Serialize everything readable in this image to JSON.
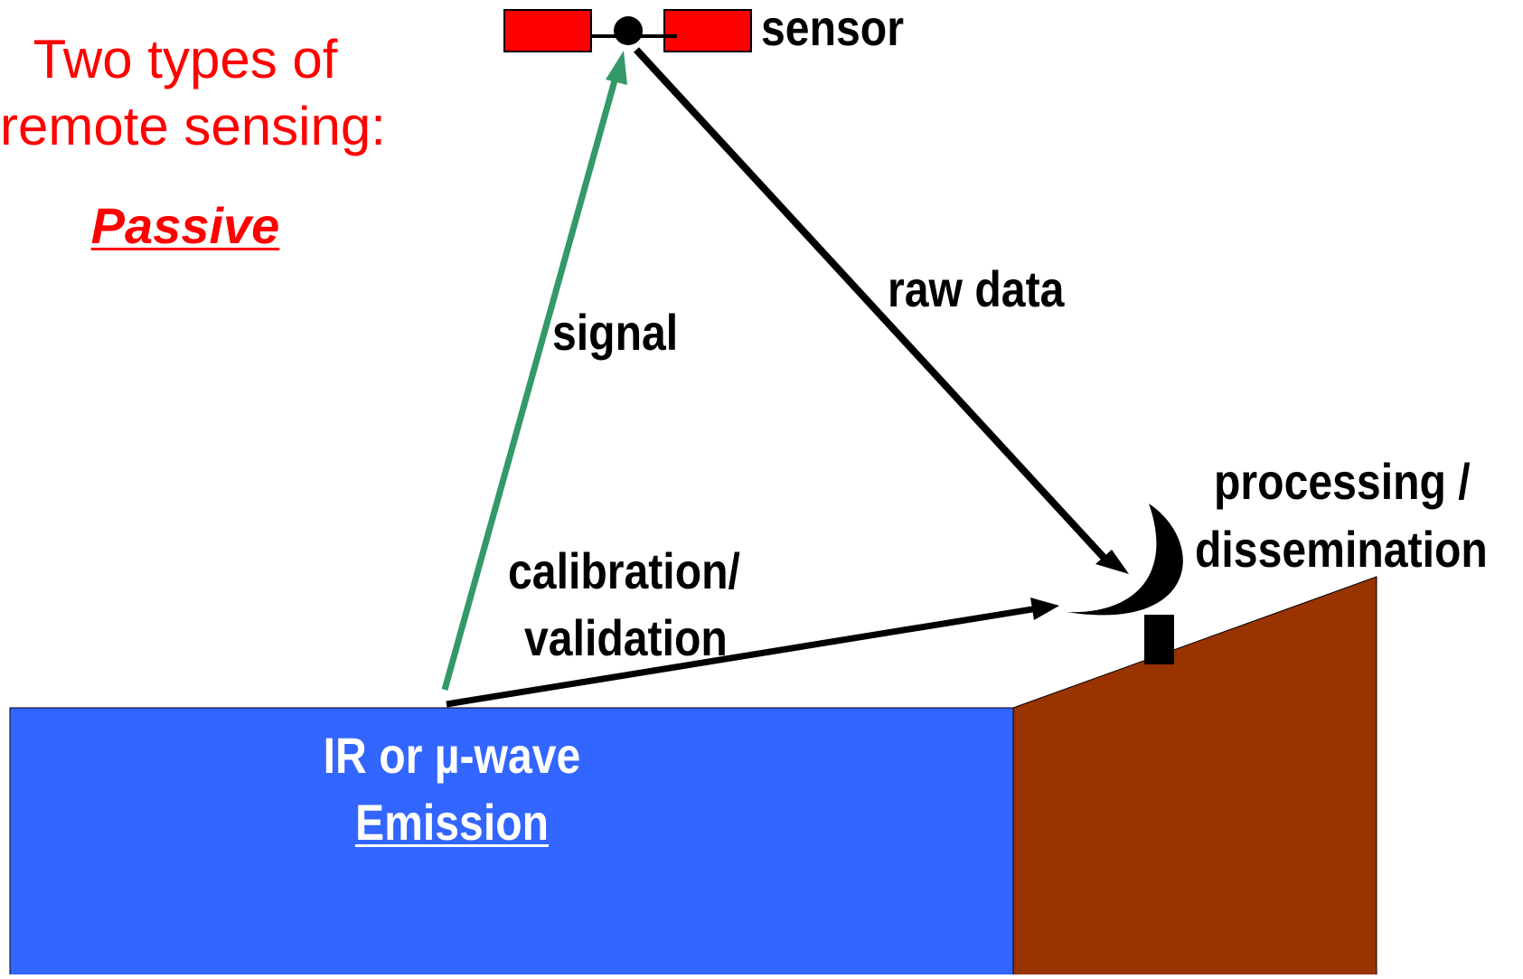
{
  "colors": {
    "water": "#3366ff",
    "land": "#993300",
    "satellite_panel": "#ff0000",
    "signal_arrow": "#339966",
    "arrow": "#000000",
    "title_text": "#ff0000"
  },
  "title": {
    "line1": "Two types of",
    "line2": "remote sensing:",
    "mode": "Passive"
  },
  "labels": {
    "sensor": "sensor",
    "signal": "signal",
    "raw_data": "raw data",
    "processing_line1": "processing /",
    "processing_line2": "dissemination",
    "calibration_line1": "calibration/",
    "calibration_line2": "validation",
    "emission_line1": "IR or µ-wave",
    "emission_line2": "Emission"
  },
  "icons": {
    "satellite": "satellite-icon",
    "ground_station": "satellite-dish-icon"
  }
}
